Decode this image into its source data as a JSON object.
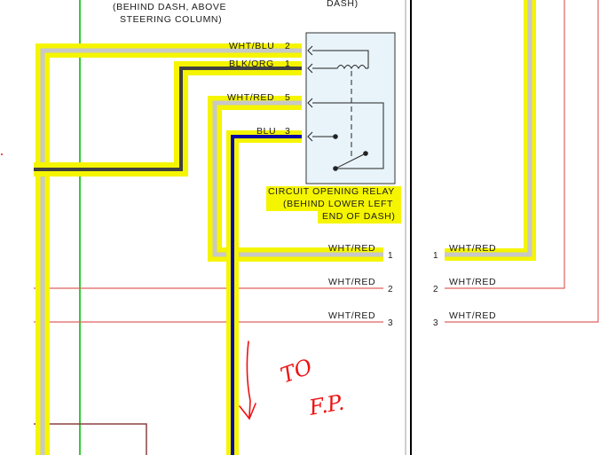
{
  "header": {
    "location_line_1": "(BEHIND DASH, ABOVE",
    "location_line_2": "STEERING COLUMN)",
    "dash_fragment": "DASH)"
  },
  "relay": {
    "name_line_1": "CIRCUIT OPENING RELAY",
    "name_line_2": "(BEHIND LOWER LEFT",
    "name_line_3": "END OF DASH)",
    "pins": [
      {
        "wire": "WHT/BLU",
        "pin": "2"
      },
      {
        "wire": "BLK/ORG",
        "pin": "1"
      },
      {
        "wire": "WHT/RED",
        "pin": "5"
      },
      {
        "wire": "BLU",
        "pin": "3"
      }
    ]
  },
  "connector": {
    "rows": [
      {
        "left_wire": "WHT/RED",
        "left_pin": "1",
        "right_pin": "1",
        "right_wire": "WHT/RED"
      },
      {
        "left_wire": "WHT/RED",
        "left_pin": "2",
        "right_pin": "2",
        "right_wire": "WHT/RED"
      },
      {
        "left_wire": "WHT/RED",
        "left_pin": "3",
        "right_pin": "3",
        "right_wire": "WHT/RED"
      }
    ]
  },
  "handwritten_note": {
    "line_1": "TO",
    "line_2": "F.P."
  },
  "colors": {
    "highlight": "#f5f500",
    "wire_gray": "#c8c8c8",
    "wire_dark": "#404040",
    "wire_blue": "#0a0aa8",
    "wire_green": "#33cc33",
    "wire_red": "#e06060",
    "wire_brown": "#8b4040",
    "relay_fill": "#e8f4fa",
    "annotation_red": "#ee1111"
  }
}
